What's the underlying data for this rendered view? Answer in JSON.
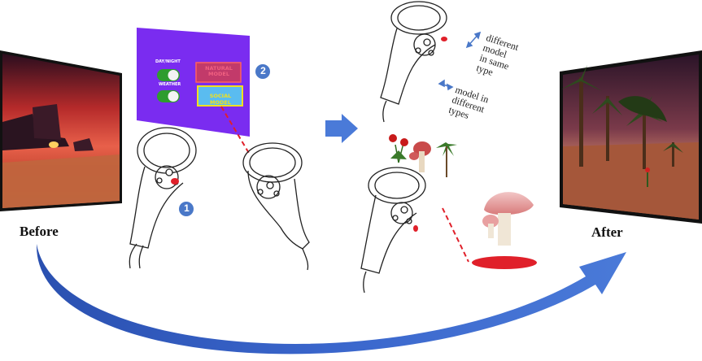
{
  "labels": {
    "before": "Before",
    "after": "After",
    "step1": "1",
    "step2": "2"
  },
  "panel": {
    "toggle1_label": "DAY/NIGHT",
    "toggle2_label": "WEATHER",
    "button1_label": "NATURAL MODEL",
    "button2_label": "SOCIAL MODEL"
  },
  "notes": {
    "same_type": [
      "different",
      "model",
      "in same",
      "type"
    ],
    "diff_type": [
      "model in",
      "different",
      "types"
    ]
  },
  "colors": {
    "panel_bg": "#7a2cf0",
    "step_badge": "#4a78c8",
    "arrow_blue": "#3f6fd0",
    "laser_red": "#e0202a",
    "toggle_green": "#2e9c2e"
  }
}
